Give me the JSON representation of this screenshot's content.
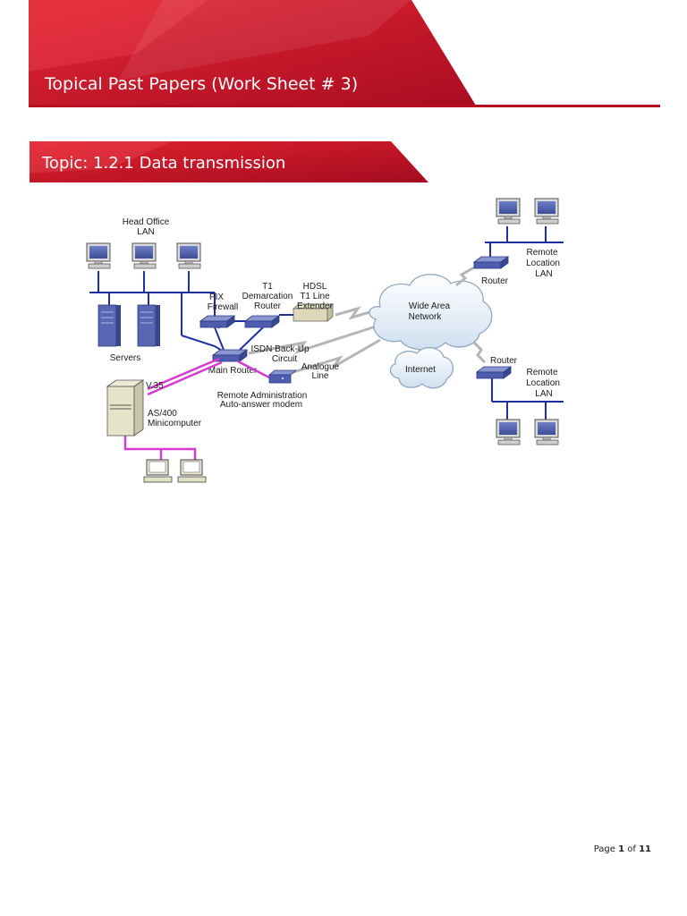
{
  "header": {
    "title": "Topical Past Papers (Work Sheet # 3)"
  },
  "topic": {
    "title": "Topic: 1.2.1 Data transmission"
  },
  "diagram": {
    "labels": {
      "head_office_l1": "Head Office",
      "head_office_l2": "LAN",
      "servers": "Servers",
      "pix_l1": "PIX",
      "pix_l2": "Firewall",
      "t1_l1": "T1",
      "t1_l2": "Demarcation",
      "t1_l3": "Router",
      "hdsl_l1": "HDSL",
      "hdsl_l2": "T1 Line",
      "hdsl_l3": "Extender",
      "wan_l1": "Wide Area",
      "wan_l2": "Network",
      "internet": "Internet",
      "isdn_l1": "ISDN Back-Up",
      "isdn_l2": "Circuit",
      "analogue_l1": "Analogue",
      "analogue_l2": "Line",
      "main_router": "Main Router",
      "v35": "V.35",
      "as400_l1": "AS/400",
      "as400_l2": "Minicomputer",
      "remote_admin_l1": "Remote Administration",
      "remote_admin_l2": "Auto-answer modem",
      "router_top": "Router",
      "router_bottom": "Router",
      "remote_top_l1": "Remote",
      "remote_top_l2": "Location",
      "remote_top_l3": "LAN",
      "remote_bottom_l1": "Remote",
      "remote_bottom_l2": "Location",
      "remote_bottom_l3": "LAN"
    }
  },
  "footer": {
    "page_prefix": "Page ",
    "page_current": "1",
    "page_of": " of ",
    "page_total": "11"
  },
  "colors": {
    "banner_red": "#c8102e",
    "banner_dark": "#9e0b1f",
    "cable_blue": "#1f2fa0",
    "cable_magenta": "#d63ad0"
  }
}
